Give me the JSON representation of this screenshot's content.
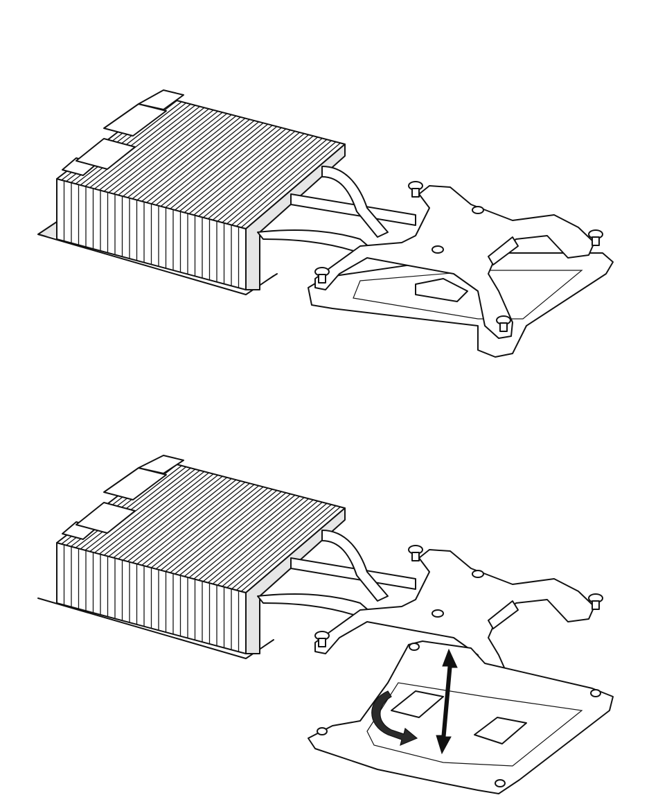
{
  "figures": [
    {
      "id": "installed",
      "show_arrows": false
    },
    {
      "id": "removed",
      "show_arrows": true
    }
  ],
  "colors": {
    "line": "#111111",
    "fill": "#ffffff",
    "shade": "#e6e6e6",
    "arrow": "#111111"
  },
  "icons": [
    "heatsink-fins",
    "heat-pipe",
    "retention-bracket",
    "captive-screw",
    "cpu-socket-frame",
    "vertical-arrow",
    "rotate-arrow"
  ]
}
